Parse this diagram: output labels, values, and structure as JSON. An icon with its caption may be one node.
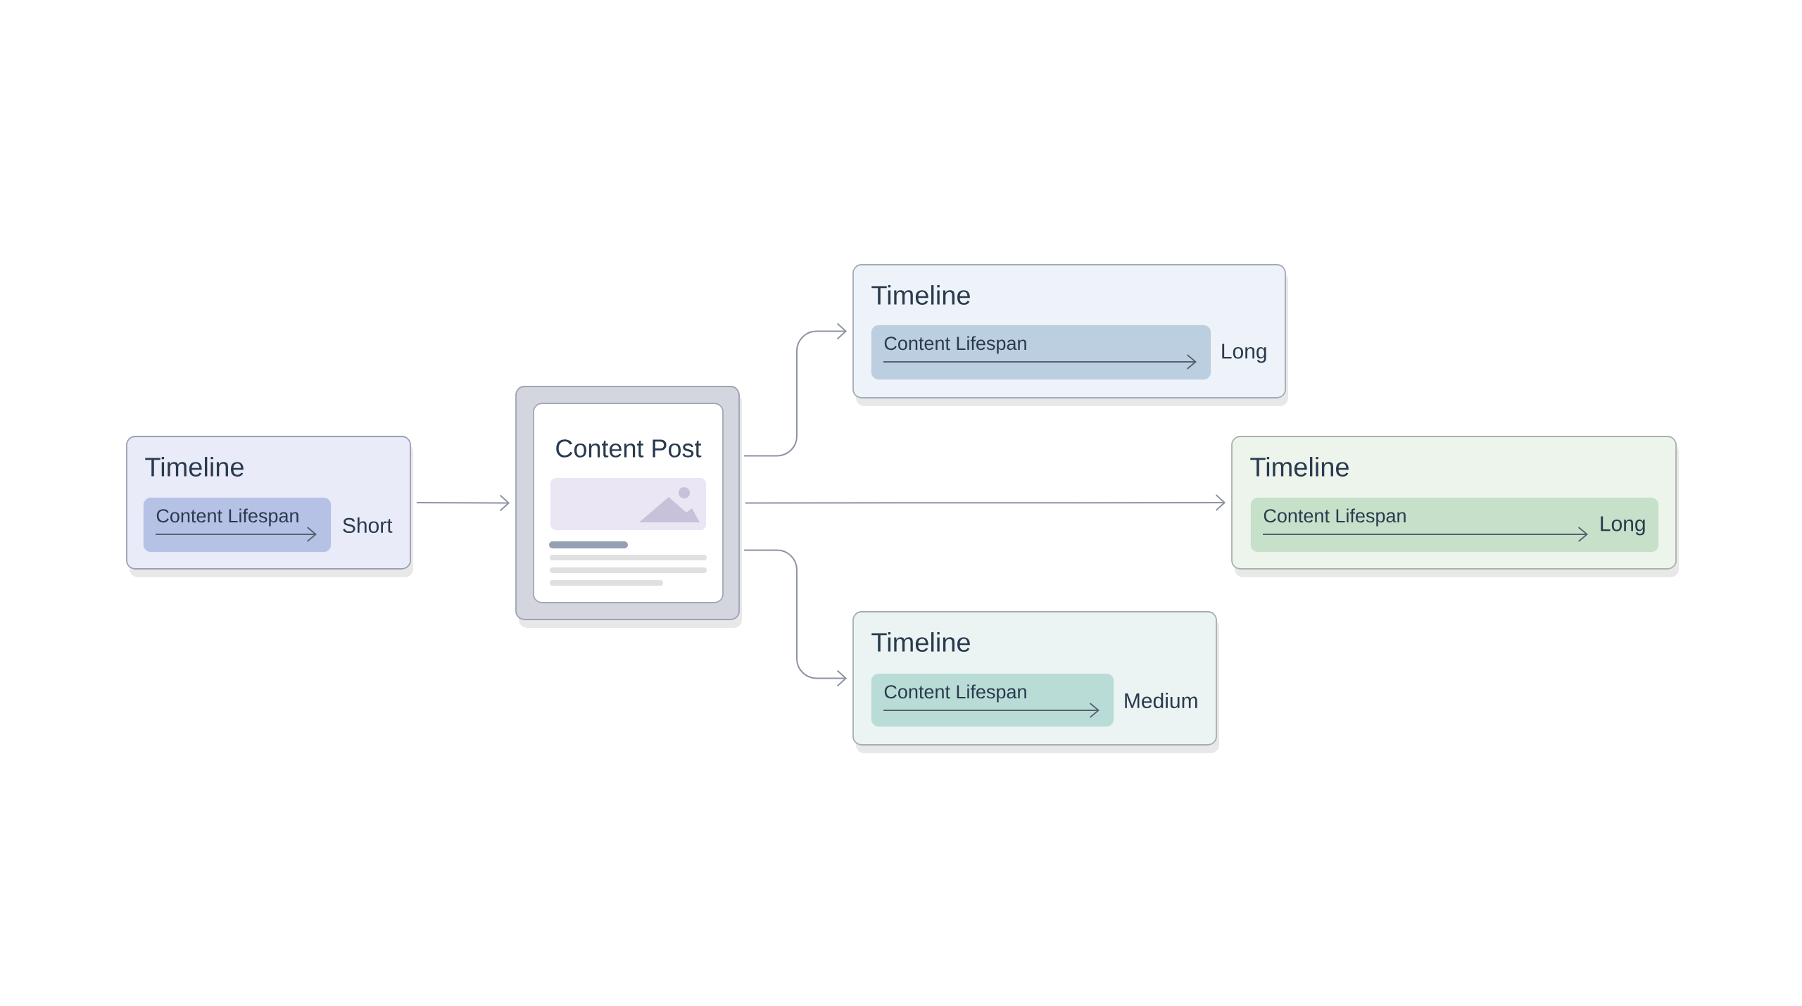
{
  "diagram": {
    "nodes": [
      {
        "text": [
          "Timeline",
          "Short"
        ]
      },
      {
        "text": [
          "Content Lifespan"
        ],
        "in": 0
      },
      {
        "text": [],
        "shape": "box"
      },
      {
        "text": [
          "Content Post"
        ],
        "in": 2
      },
      {
        "text": [
          "Timeline",
          "Long"
        ]
      },
      {
        "text": [
          "Content Lifespan"
        ],
        "in": 4
      },
      {
        "text": [
          "Timeline"
        ]
      },
      {
        "text": [
          "Content Lifespan",
          "Long"
        ],
        "in": 6
      },
      {
        "text": [
          "Timeline",
          "Medium"
        ]
      },
      {
        "text": [
          "Content Lifespan"
        ],
        "in": 8
      }
    ],
    "edges": [
      {
        "from": 0,
        "to": 2,
        "arrow": "to"
      },
      {
        "from": 2,
        "to": 4,
        "arrow": "to"
      },
      {
        "from": 2,
        "to": 6,
        "arrow": "to"
      },
      {
        "from": 2,
        "to": 8,
        "arrow": "to"
      }
    ]
  }
}
